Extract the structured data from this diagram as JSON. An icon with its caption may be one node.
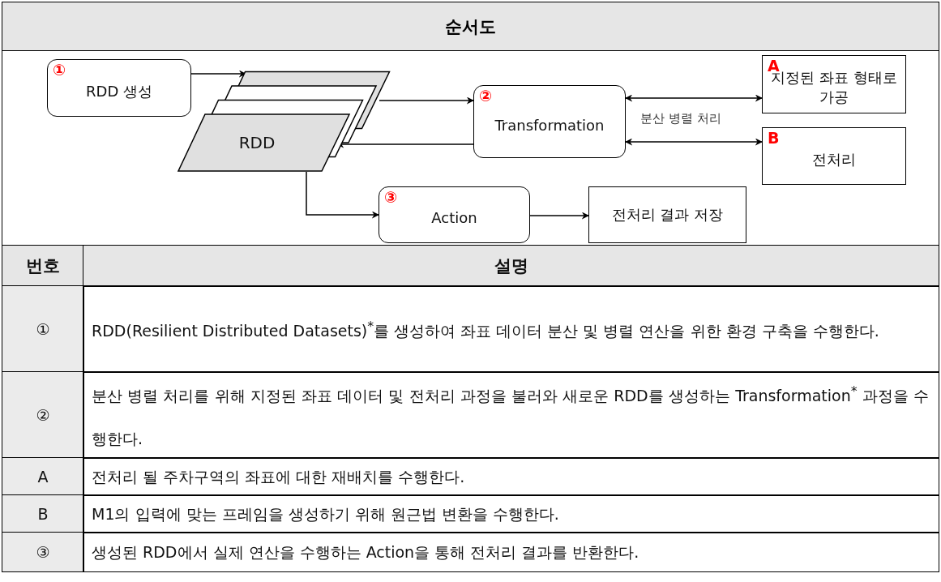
{
  "diagram": {
    "title": "순서도",
    "nodes": [
      {
        "text": [
          "①",
          "RDD 생성"
        ]
      },
      {
        "text": [
          "RDD"
        ]
      },
      {
        "text": [
          "②",
          "Transformation"
        ]
      },
      {
        "text": [
          "A",
          "지정된 좌표 형태로 가공"
        ]
      },
      {
        "text": [
          "B",
          "전처리"
        ]
      },
      {
        "text": [
          "③",
          "Action"
        ]
      },
      {
        "text": [
          "전처리 결과 저장"
        ]
      }
    ],
    "edges": [
      {
        "from": 0,
        "to": 1,
        "arrow": "to"
      },
      {
        "from": 1,
        "to": 2,
        "arrow": "to"
      },
      {
        "from": 2,
        "to": 1,
        "arrow": "to"
      },
      {
        "from": 2,
        "to": 3,
        "arrow": "both"
      },
      {
        "from": 2,
        "to": 4,
        "arrow": "both"
      },
      {
        "from": 1,
        "to": 5,
        "arrow": "to"
      },
      {
        "from": 5,
        "to": 6,
        "arrow": "to"
      }
    ],
    "labels": [
      "분산 병렬 처리",
      "번호",
      "설명",
      "①",
      "RDD(Resilient Distributed Datasets)$^{*}$를 생성하여 좌표 데이터 분산 및 병렬 연산을 위한 환경 구축을 수행한다.",
      "②",
      "분산 병렬 처리를 위해 지정된 좌표 데이터 및 전처리 과정을 불러와 새로운 RDD를 생성하는 Transformation$^{*}$ 과정을 수행한다.",
      "A",
      "전처리 될 주차구역의 좌표에 대한 재배치를 수행한다.",
      "B",
      "M1의 입력에 맞는 프레임을 생성하기 위해 원근법 변환을 수행한다.",
      "③",
      "생성된 RDD에서 실제 연산을 수행하는 Action을 통해 전처리 결과를 반환한다."
    ]
  }
}
